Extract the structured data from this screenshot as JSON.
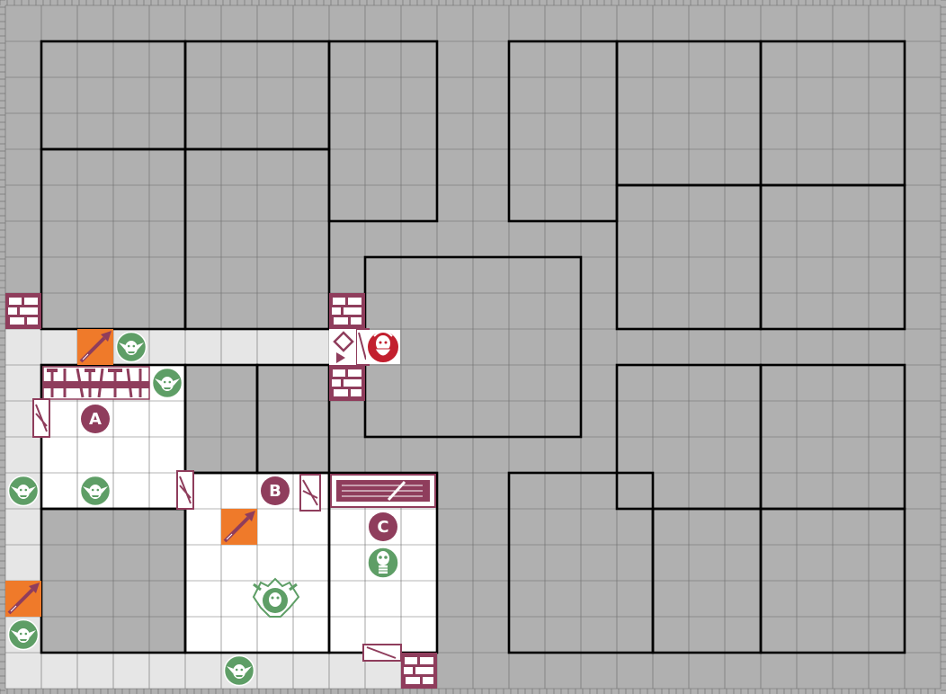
{
  "board": {
    "columns": 26,
    "rows": 19,
    "colors": {
      "background_grey": "#b0b0b0",
      "corridor": "#e6e6e6",
      "room_floor": "#ffffff",
      "grid_line": "#6a6a6a",
      "wall": "#000000",
      "furniture": "#8f3d5c",
      "monster": "#5e9e66",
      "hero": "#c21f2e",
      "trap": "#ef7a2a"
    }
  },
  "room_labels": [
    {
      "name": "room-label-a",
      "text": "A"
    },
    {
      "name": "room-label-b",
      "text": "B"
    },
    {
      "name": "room-label-c",
      "text": "C"
    }
  ],
  "pieces": {
    "heroes": [
      {
        "icon": "dwarf-hero-icon"
      }
    ],
    "monsters": [
      {
        "icon": "goblin-icon"
      },
      {
        "icon": "goblin-icon"
      },
      {
        "icon": "goblin-icon"
      },
      {
        "icon": "goblin-icon"
      },
      {
        "icon": "goblin-icon"
      },
      {
        "icon": "goblin-icon"
      },
      {
        "icon": "skeleton-icon"
      },
      {
        "icon": "orc-chieftain-icon"
      }
    ],
    "traps": [
      {
        "icon": "spear-trap-icon"
      },
      {
        "icon": "spear-trap-icon"
      },
      {
        "icon": "spear-trap-icon"
      }
    ],
    "doors": [
      {
        "icon": "door-icon"
      },
      {
        "icon": "door-icon"
      },
      {
        "icon": "door-icon"
      },
      {
        "icon": "door-icon"
      },
      {
        "icon": "door-icon"
      }
    ],
    "rubble": [
      {
        "icon": "rubble-icon"
      },
      {
        "icon": "rubble-icon"
      },
      {
        "icon": "rubble-icon"
      },
      {
        "icon": "rubble-icon"
      },
      {
        "icon": "falling-block-icon"
      }
    ],
    "furniture": [
      {
        "icon": "weapon-rack-icon"
      },
      {
        "icon": "tomb-icon"
      }
    ]
  }
}
